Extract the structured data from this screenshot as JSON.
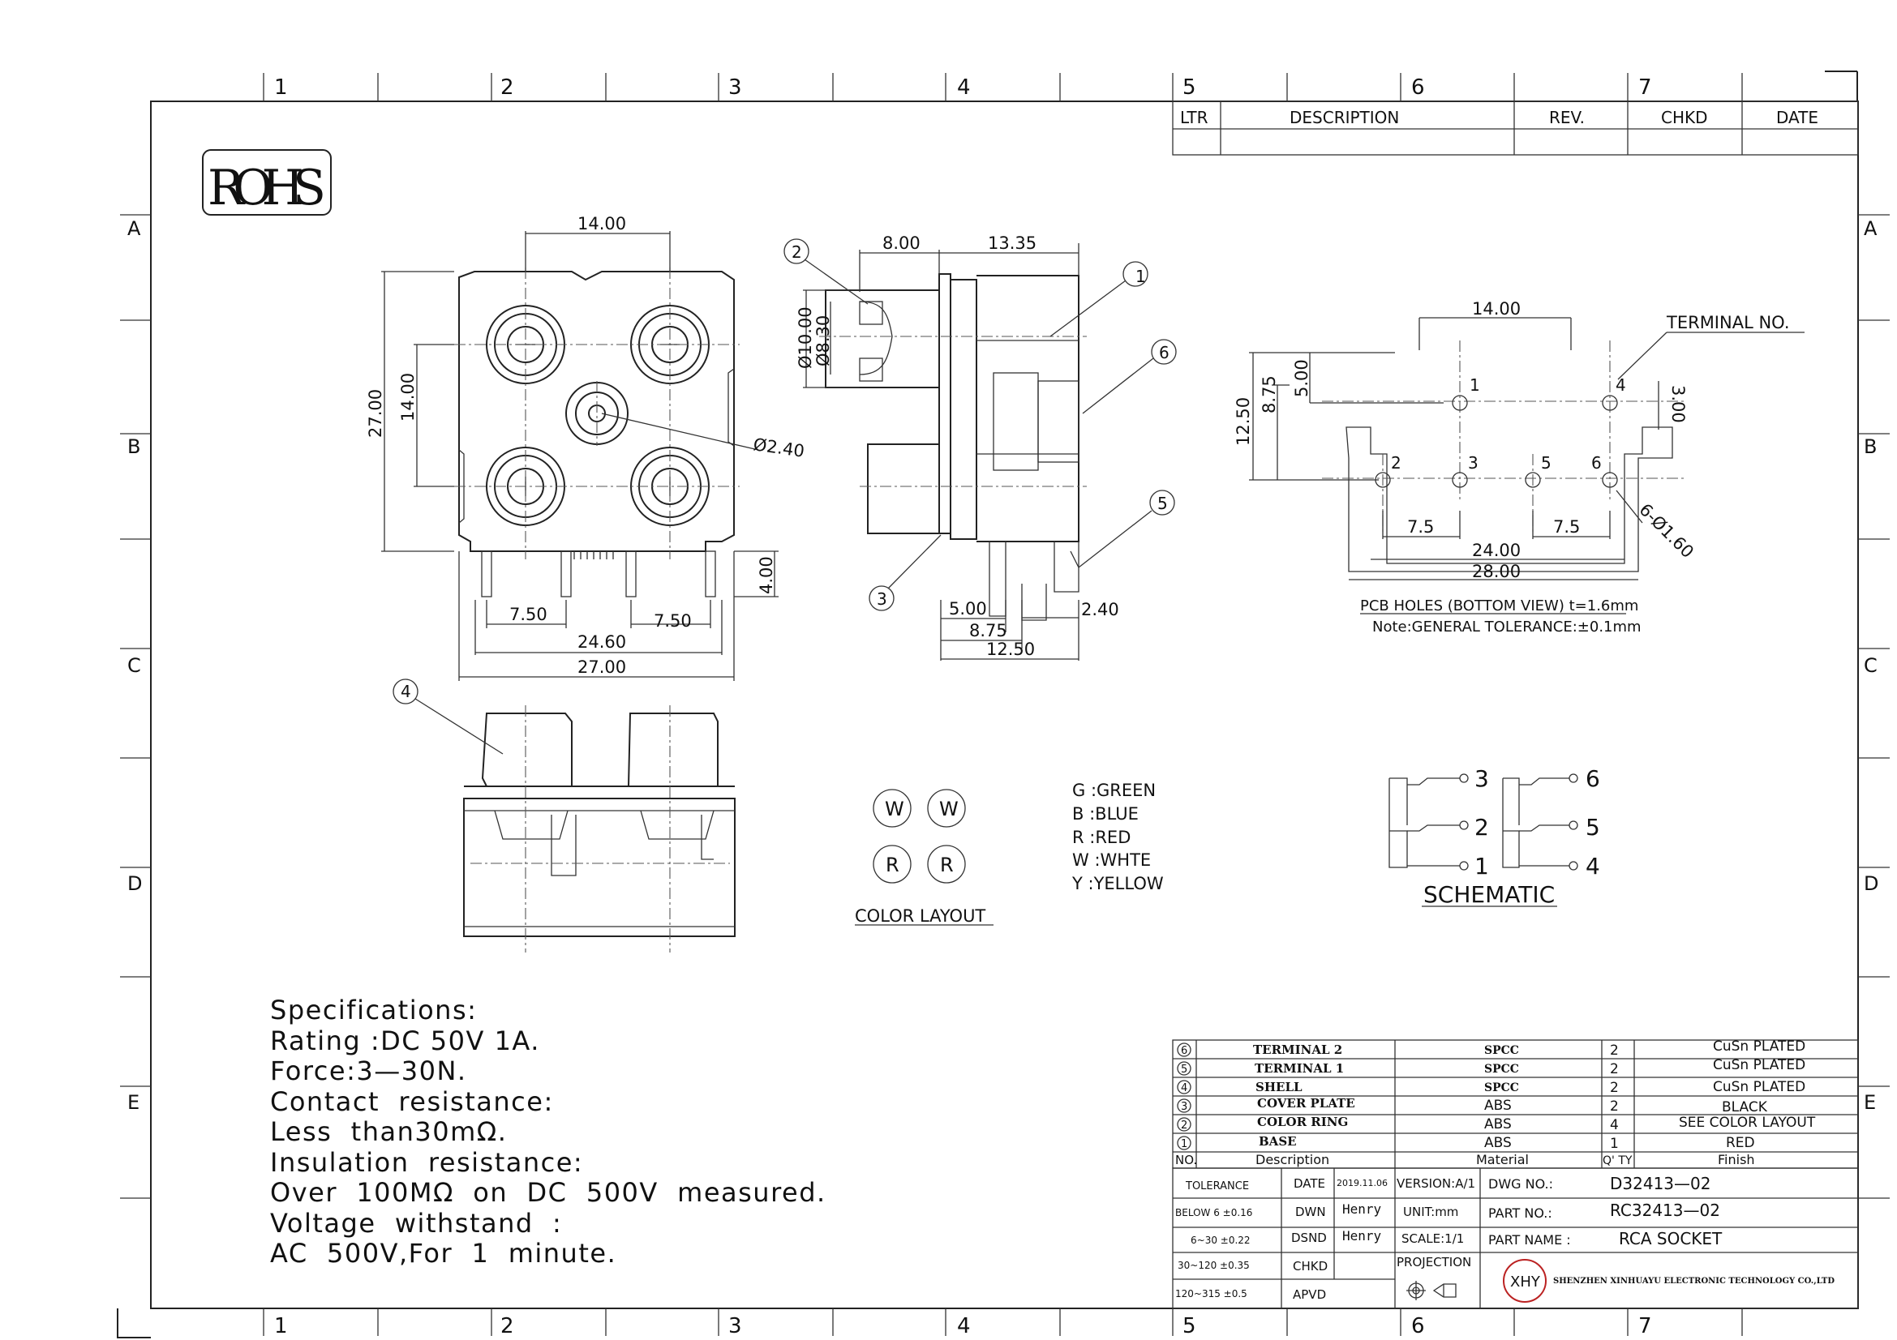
{
  "border": {
    "col_numbers": [
      "1",
      "2",
      "3",
      "4",
      "5",
      "6",
      "7"
    ],
    "row_letters": [
      "A",
      "B",
      "C",
      "D",
      "E"
    ]
  },
  "logo": "ROHS",
  "revision_block": {
    "headers": [
      "LTR",
      "DESCRIPTION",
      "REV.",
      "CHKD",
      "DATE"
    ]
  },
  "front_view": {
    "dims": [
      "14.00",
      "27.00",
      "14.00",
      "Ø2.40",
      "4.00",
      "7.50",
      "7.50",
      "24.60",
      "27.00"
    ],
    "callout": "4"
  },
  "side_view": {
    "dims": [
      "8.00",
      "13.35",
      "Ø10.00",
      "Ø8.30",
      "5.00",
      "2.40",
      "8.75",
      "12.50"
    ],
    "callouts": [
      "1",
      "2",
      "3",
      "5",
      "6"
    ]
  },
  "pcb_view": {
    "dims": [
      "14.00",
      "12.50",
      "8.75",
      "5.00",
      "3.00",
      "7.5",
      "7.5",
      "24.00",
      "28.00",
      "6-Ø1.60"
    ],
    "terminal_label": "TERMINAL NO.",
    "pins": [
      "1",
      "2",
      "3",
      "4",
      "5",
      "6"
    ],
    "caption": "PCB HOLES (BOTTOM VIEW) t=1.6mm",
    "note": "Note:GENERAL TOLERANCE:±0.1mm"
  },
  "color_layout": {
    "cells": [
      "W",
      "W",
      "R",
      "R"
    ],
    "title": "COLOR LAYOUT",
    "legend": [
      "G :GREEN",
      "B :BLUE",
      "R :RED",
      "W :WHTE",
      "Y :YELLOW"
    ]
  },
  "schematic": {
    "title": "SCHEMATIC",
    "pins": [
      "3",
      "2",
      "1",
      "6",
      "5",
      "4"
    ]
  },
  "specs": [
    "Specifications:",
    "Rating :DC 50V 1A.",
    "Force:3—30N.",
    "Contact  resistance:",
    "Less  than30mΩ.",
    "Insulation  resistance:",
    "Over  100MΩ  on  DC  500V  measured.",
    "Voltage  withstand  :",
    "AC  500V,For  1  minute."
  ],
  "bom": {
    "rows": [
      {
        "no": "6",
        "desc": "TERMINAL 2",
        "material": "SPCC",
        "qty": "2",
        "finish": "CuSn PLATED"
      },
      {
        "no": "5",
        "desc": "TERMINAL 1",
        "material": "SPCC",
        "qty": "2",
        "finish": "CuSn PLATED"
      },
      {
        "no": "4",
        "desc": "SHELL",
        "material": "SPCC",
        "qty": "2",
        "finish": "CuSn PLATED"
      },
      {
        "no": "3",
        "desc": "COVER PLATE",
        "material": "ABS",
        "qty": "2",
        "finish": "BLACK"
      },
      {
        "no": "2",
        "desc": "COLOR RING",
        "material": "ABS",
        "qty": "4",
        "finish": "SEE COLOR LAYOUT"
      },
      {
        "no": "1",
        "desc": "BASE",
        "material": "ABS",
        "qty": "1",
        "finish": "RED"
      }
    ],
    "header": {
      "no": "NO.",
      "desc": "Description",
      "material": "Material",
      "qty": "Q' TY",
      "finish": "Finish"
    }
  },
  "title_block": {
    "tolerance_label": "TOLERANCE",
    "tolerances": [
      "BELOW 6  ±0.16",
      "6~30  ±0.22",
      "30~120  ±0.35",
      "120~315  ±0.5"
    ],
    "date_label": "DATE",
    "date": "2019.11.06",
    "dwn_label": "DWN",
    "dwn": "Henry",
    "dsnd_label": "DSND",
    "dsnd": "Henry",
    "chkd_label": "CHKD",
    "apvd_label": "APVD",
    "version": "VERSION:A/1",
    "unit": "UNIT:mm",
    "scale": "SCALE:1/1",
    "projection": "PROJECTION",
    "dwg_no_label": "DWG NO.:",
    "dwg_no": "D32413—02",
    "part_no_label": "PART NO.:",
    "part_no": "RC32413—02",
    "part_name_label": "PART NAME :",
    "part_name": "RCA SOCKET",
    "company_logo": "XHY",
    "company": "SHENZHEN XINHUAYU ELECTRONIC TECHNOLOGY    CO.,LTD"
  }
}
